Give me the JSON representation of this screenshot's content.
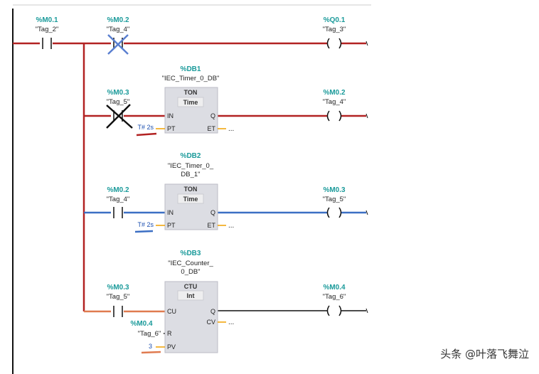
{
  "colors": {
    "red_wire": "#b22222",
    "blue_wire": "#3c6fc4",
    "orange_wire": "#e07b50",
    "black_wire": "#111111",
    "address": "#1a9a9a",
    "block_fill": "#dcdde3",
    "pin_stub": "#f0a000",
    "blue_cross": "#5a7fd0"
  },
  "network": {
    "contacts": [
      {
        "id": "c1",
        "address": "%M0.1",
        "tag": "\"Tag_2\""
      },
      {
        "id": "c2",
        "address": "%M0.2",
        "tag": "\"Tag_4\""
      },
      {
        "id": "c3",
        "address": "%M0.3",
        "tag": "\"Tag_5\""
      },
      {
        "id": "c4",
        "address": "%M0.2",
        "tag": "\"Tag_4\""
      },
      {
        "id": "c5",
        "address": "%M0.3",
        "tag": "\"Tag_5\""
      },
      {
        "id": "c6",
        "address": "%M0.4",
        "tag": "\"Tag_6\""
      }
    ],
    "coils": [
      {
        "id": "q1",
        "address": "%Q0.1",
        "tag": "\"Tag_3\""
      },
      {
        "id": "q2",
        "address": "%M0.2",
        "tag": "\"Tag_4\""
      },
      {
        "id": "q3",
        "address": "%M0.3",
        "tag": "\"Tag_5\""
      },
      {
        "id": "q4",
        "address": "%M0.4",
        "tag": "\"Tag_6\""
      }
    ],
    "blocks": [
      {
        "id": "b1",
        "db": "%DB1",
        "db_name": [
          "\"IEC_Timer_0_DB\""
        ],
        "type": "TON",
        "subtype": "Time",
        "inputs": [
          "IN",
          "PT"
        ],
        "outputs": [
          "Q",
          "ET"
        ],
        "param": "T# 2s",
        "dots": "..."
      },
      {
        "id": "b2",
        "db": "%DB2",
        "db_name": [
          "\"IEC_Timer_0_",
          "DB_1\""
        ],
        "type": "TON",
        "subtype": "Time",
        "inputs": [
          "IN",
          "PT"
        ],
        "outputs": [
          "Q",
          "ET"
        ],
        "param": "T# 2s",
        "dots": "..."
      },
      {
        "id": "b3",
        "db": "%DB3",
        "db_name": [
          "\"IEC_Counter_",
          "0_DB\""
        ],
        "type": "CTU",
        "subtype": "Int",
        "inputs": [
          "CU",
          "R",
          "PV"
        ],
        "outputs": [
          "Q",
          "CV"
        ],
        "param": "3",
        "dots": "..."
      }
    ],
    "coil_symbol": "( )"
  },
  "watermark": "头条 @叶落飞舞泣"
}
